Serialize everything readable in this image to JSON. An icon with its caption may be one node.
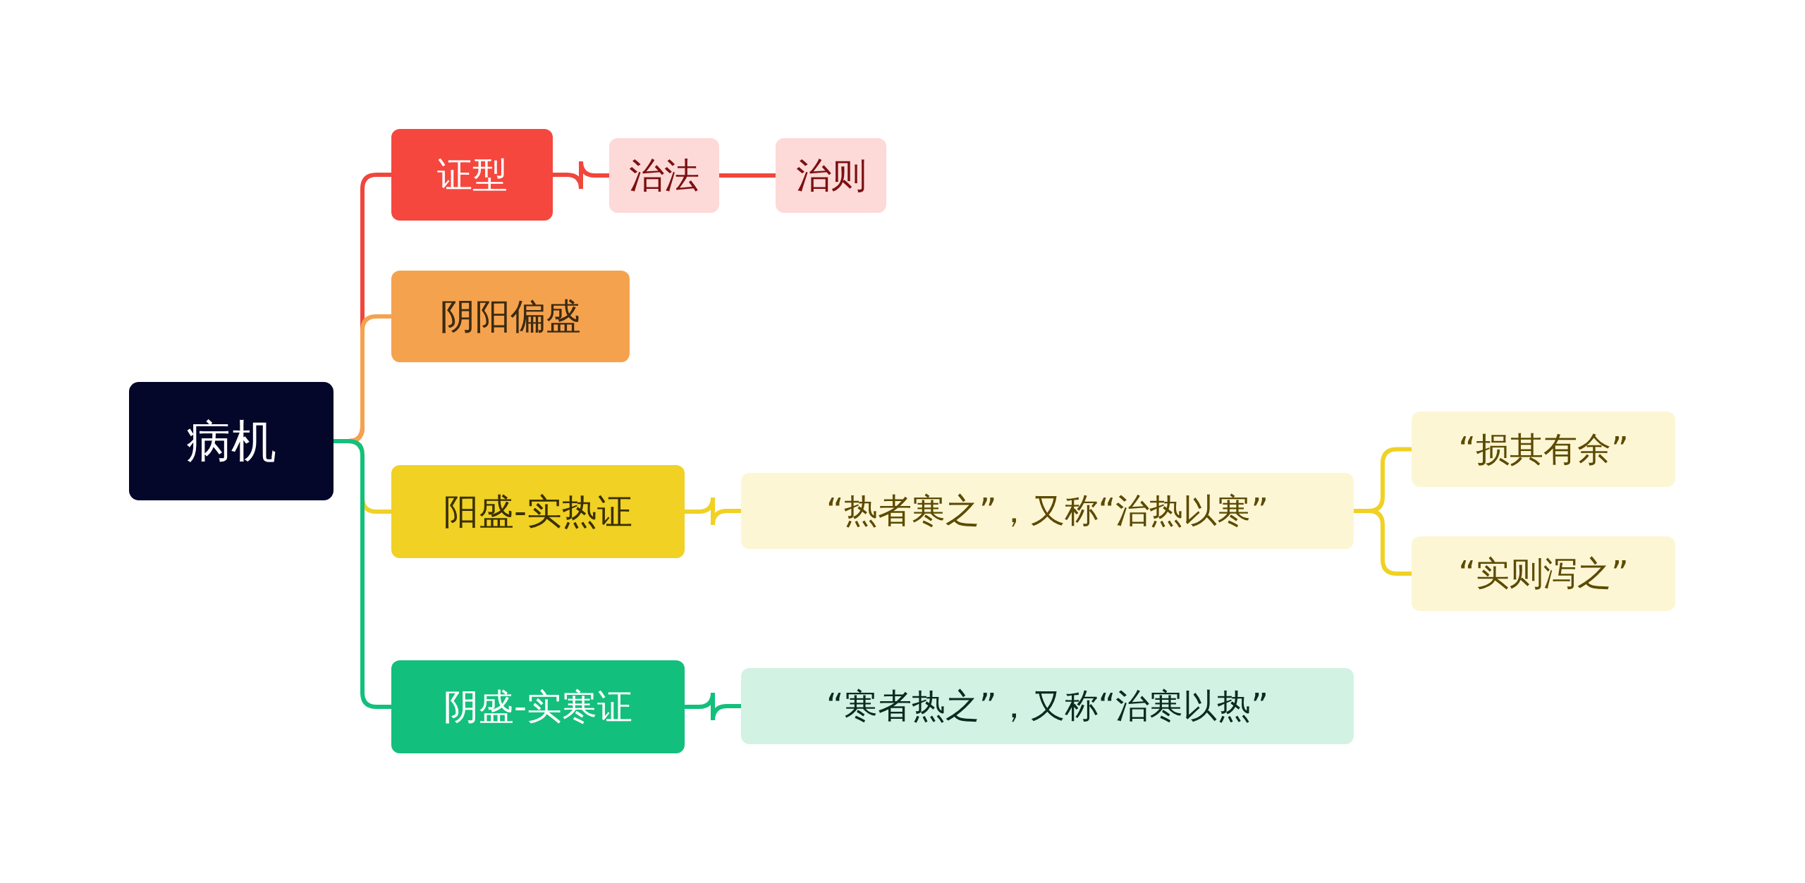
{
  "diagram": {
    "nodes": [
      {
        "text": [
          "病机"
        ]
      },
      {
        "text": [
          "证型"
        ]
      },
      {
        "text": [
          "治法"
        ]
      },
      {
        "text": [
          "治则"
        ]
      },
      {
        "text": [
          "阴阳偏盛"
        ]
      },
      {
        "text": [
          "阳盛-实热证"
        ]
      },
      {
        "text": [
          "“热者寒之”，又称“治热以寒”"
        ]
      },
      {
        "text": [
          "“损其有余”"
        ]
      },
      {
        "text": [
          "“实则泻之”"
        ]
      },
      {
        "text": [
          "阴盛-实寒证"
        ]
      },
      {
        "text": [
          "“寒者热之”，又称“治寒以热”"
        ]
      }
    ],
    "edges": [
      {
        "from": 0,
        "to": 1,
        "arrow": "none",
        "color": "#f0463c"
      },
      {
        "from": 1,
        "to": 2,
        "arrow": "none",
        "color": "#f0463c"
      },
      {
        "from": 2,
        "to": 3,
        "arrow": "none",
        "color": "#f0463c"
      },
      {
        "from": 0,
        "to": 4,
        "arrow": "none",
        "color": "#f5a24e"
      },
      {
        "from": 0,
        "to": 5,
        "arrow": "none",
        "color": "#f0d124"
      },
      {
        "from": 5,
        "to": 6,
        "arrow": "none",
        "color": "#f0d124"
      },
      {
        "from": 6,
        "to": 7,
        "arrow": "none",
        "color": "#f0d124"
      },
      {
        "from": 6,
        "to": 8,
        "arrow": "none",
        "color": "#f0d124"
      },
      {
        "from": 0,
        "to": 9,
        "arrow": "none",
        "color": "#13bf7c"
      },
      {
        "from": 9,
        "to": 10,
        "arrow": "none",
        "color": "#13bf7c"
      }
    ]
  }
}
